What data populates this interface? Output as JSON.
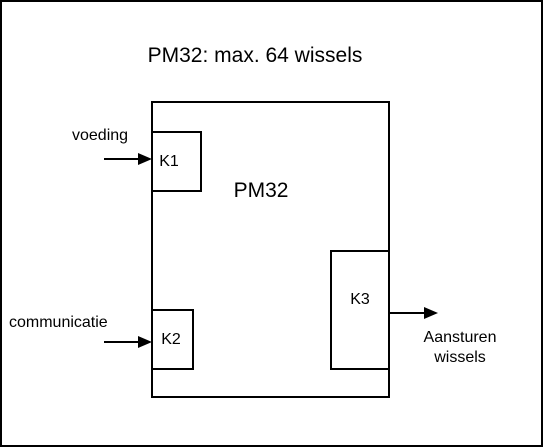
{
  "title": "PM32: max. 64 wissels",
  "module": {
    "label": "PM32"
  },
  "connectors": {
    "k1": {
      "label": "K1",
      "input_label": "voeding"
    },
    "k2": {
      "label": "K2",
      "input_label": "communicatie"
    },
    "k3": {
      "label": "K3",
      "output_label_line1": "Aansturen",
      "output_label_line2": "wissels"
    }
  },
  "colors": {
    "stroke": "#000000",
    "background": "#ffffff"
  }
}
